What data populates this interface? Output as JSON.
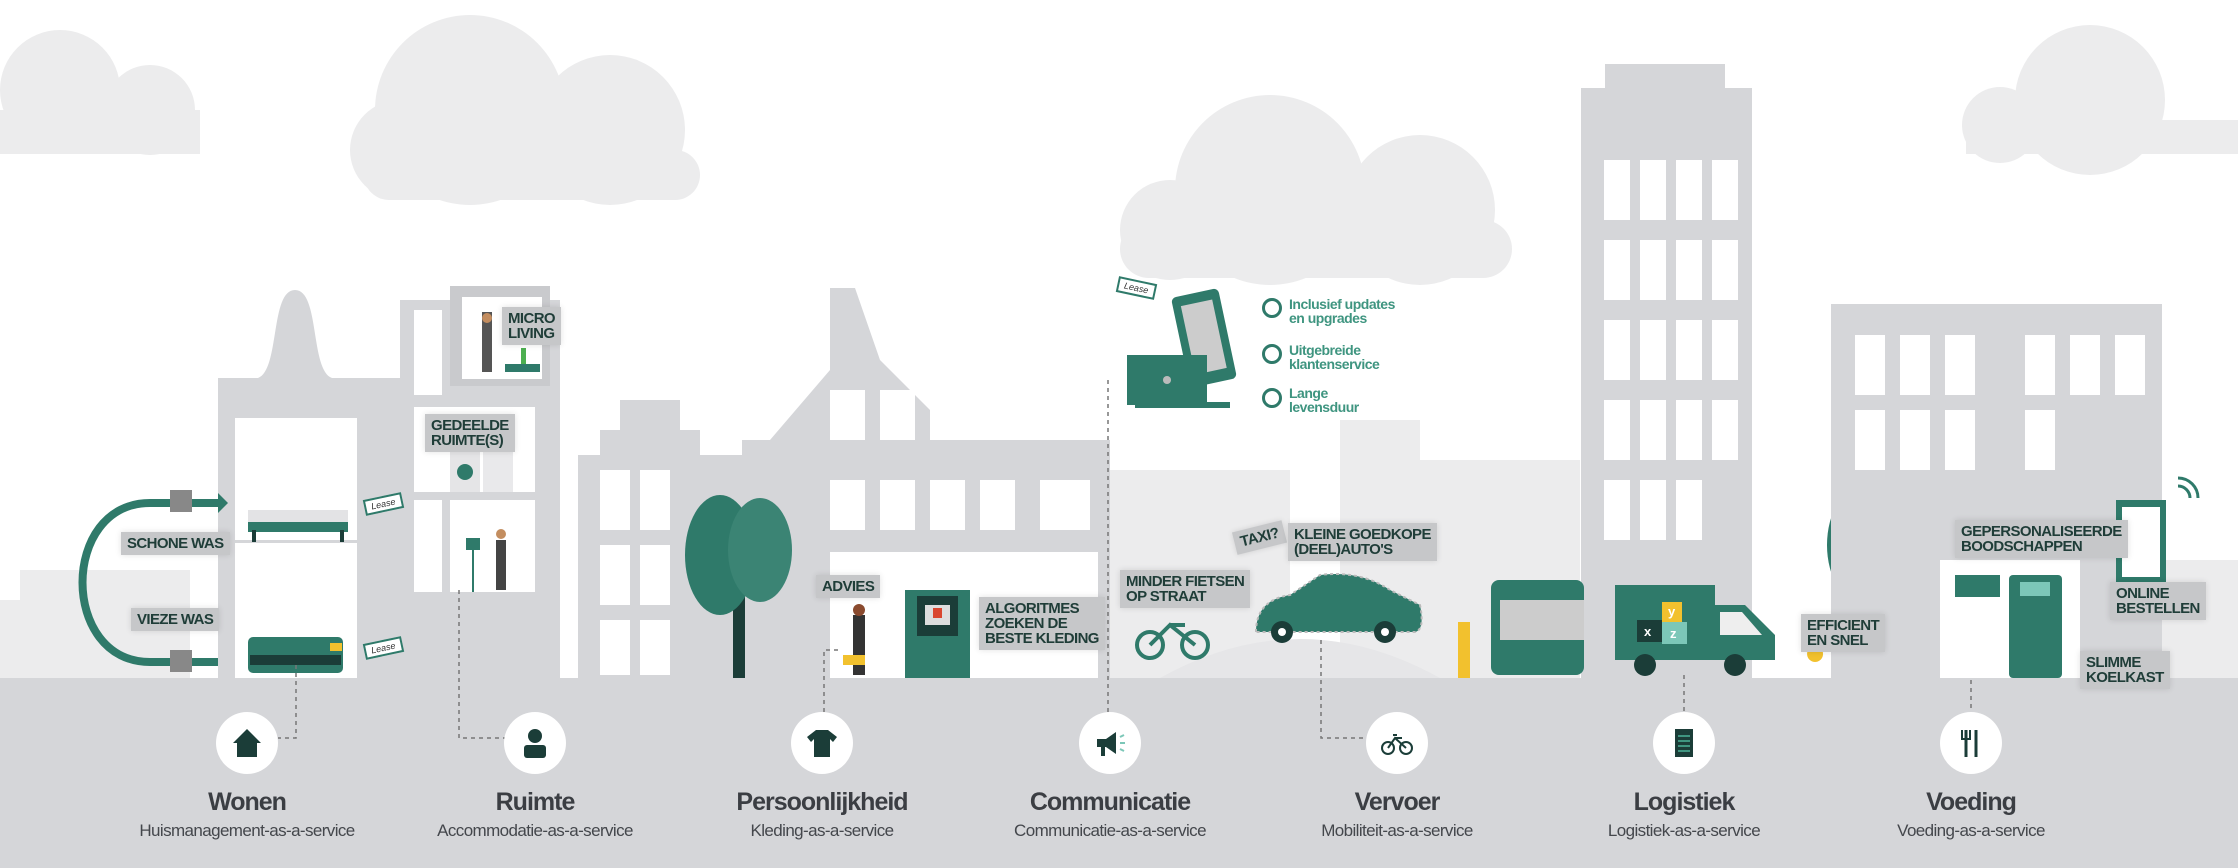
{
  "colors": {
    "teal": "#2f7a6a",
    "dark_teal": "#1b3d38",
    "building": "#d5d6d9",
    "accent_yellow": "#f2c12e"
  },
  "labels": {
    "micro_living": "MICRO\nLIVING",
    "gedeelde_ruimtes": "GEDEELDE\nRUIMTE(S)",
    "schone_was": "SCHONE WAS",
    "vieze_was": "VIEZE WAS",
    "advies": "ADVIES",
    "algoritmes": "ALGORITMES\nZOEKEN DE\nBESTE KLEDING",
    "taxi": "TAXI?",
    "kleine_autos": "KLEINE GOEDKOPE\n(DEEL)AUTO'S",
    "minder_fietsen": "MINDER FIETSEN\nOP STRAAT",
    "efficient": "EFFICIENT\nEN SNEL",
    "boodschappen": "GEPERSONALISEERDE\nBOODSCHAPPEN",
    "online_bestellen": "ONLINE\nBESTELLEN",
    "slimme_koelkast": "SLIMME\nKOELKAST"
  },
  "lease_tag": "Lease",
  "communication_features": [
    {
      "icon": "wrench-wifi-icon",
      "text": "Inclusief updates\nen upgrades"
    },
    {
      "icon": "headset-icon",
      "text": "Uitgebreide\nklantenservice"
    },
    {
      "icon": "cycle-icon",
      "text": "Lange\nlevensduur"
    }
  ],
  "categories": [
    {
      "icon": "house-icon",
      "title": "Wonen",
      "subtitle": "Huismanagement-as-a-service"
    },
    {
      "icon": "person-icon",
      "title": "Ruimte",
      "subtitle": "Accommodatie-as-a-service"
    },
    {
      "icon": "tshirt-icon",
      "title": "Persoonlijkheid",
      "subtitle": "Kleding-as-a-service"
    },
    {
      "icon": "megaphone-icon",
      "title": "Communicatie",
      "subtitle": "Communicatie-as-a-service"
    },
    {
      "icon": "bicycle-icon",
      "title": "Vervoer",
      "subtitle": "Mobiliteit-as-a-service"
    },
    {
      "icon": "document-icon",
      "title": "Logistiek",
      "subtitle": "Logistiek-as-a-service"
    },
    {
      "icon": "cutlery-icon",
      "title": "Voeding",
      "subtitle": "Voeding-as-a-service"
    }
  ],
  "truck_boxes": [
    "x",
    "y",
    "z"
  ]
}
